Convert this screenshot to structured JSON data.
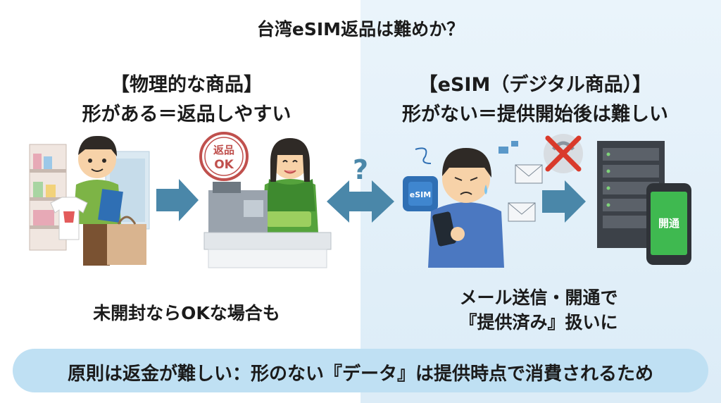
{
  "title": "台湾eSIM返品は難めか？",
  "left": {
    "heading_line1": "【物理的な商品】",
    "heading_line2": "形がある＝返品しやすい",
    "caption": "未開封ならOKな場合も",
    "stamp_line1": "返品",
    "stamp_line2": "OK"
  },
  "right": {
    "heading_line1": "【eSIM（デジタル商品）】",
    "heading_line2": "形がない＝提供開始後は難しい",
    "caption_line1": "メール送信・開通で",
    "caption_line2": "『提供済み』扱いに",
    "chip_label": "eSIM",
    "phone_label": "開通"
  },
  "middle": {
    "question_mark": "?"
  },
  "banner": "原則は返金が難しい：形のない『データ』は提供時点で消費されるため",
  "colors": {
    "right_panel_bg": "#e3f0f9",
    "banner_bg": "#bfe0f3",
    "arrow": "#4a87a9",
    "phone_screen": "#3fb950",
    "stamp": "#c0504d",
    "cross": "#d93a2b"
  },
  "icons": [
    "shop-shelf",
    "shopper-with-bag",
    "return-ok-stamp",
    "cashier-at-register",
    "question-mark",
    "double-arrow",
    "right-arrow",
    "esim-chip",
    "worried-man-with-phone",
    "email-icon",
    "no-return-icon",
    "server-rack",
    "smartphone"
  ]
}
